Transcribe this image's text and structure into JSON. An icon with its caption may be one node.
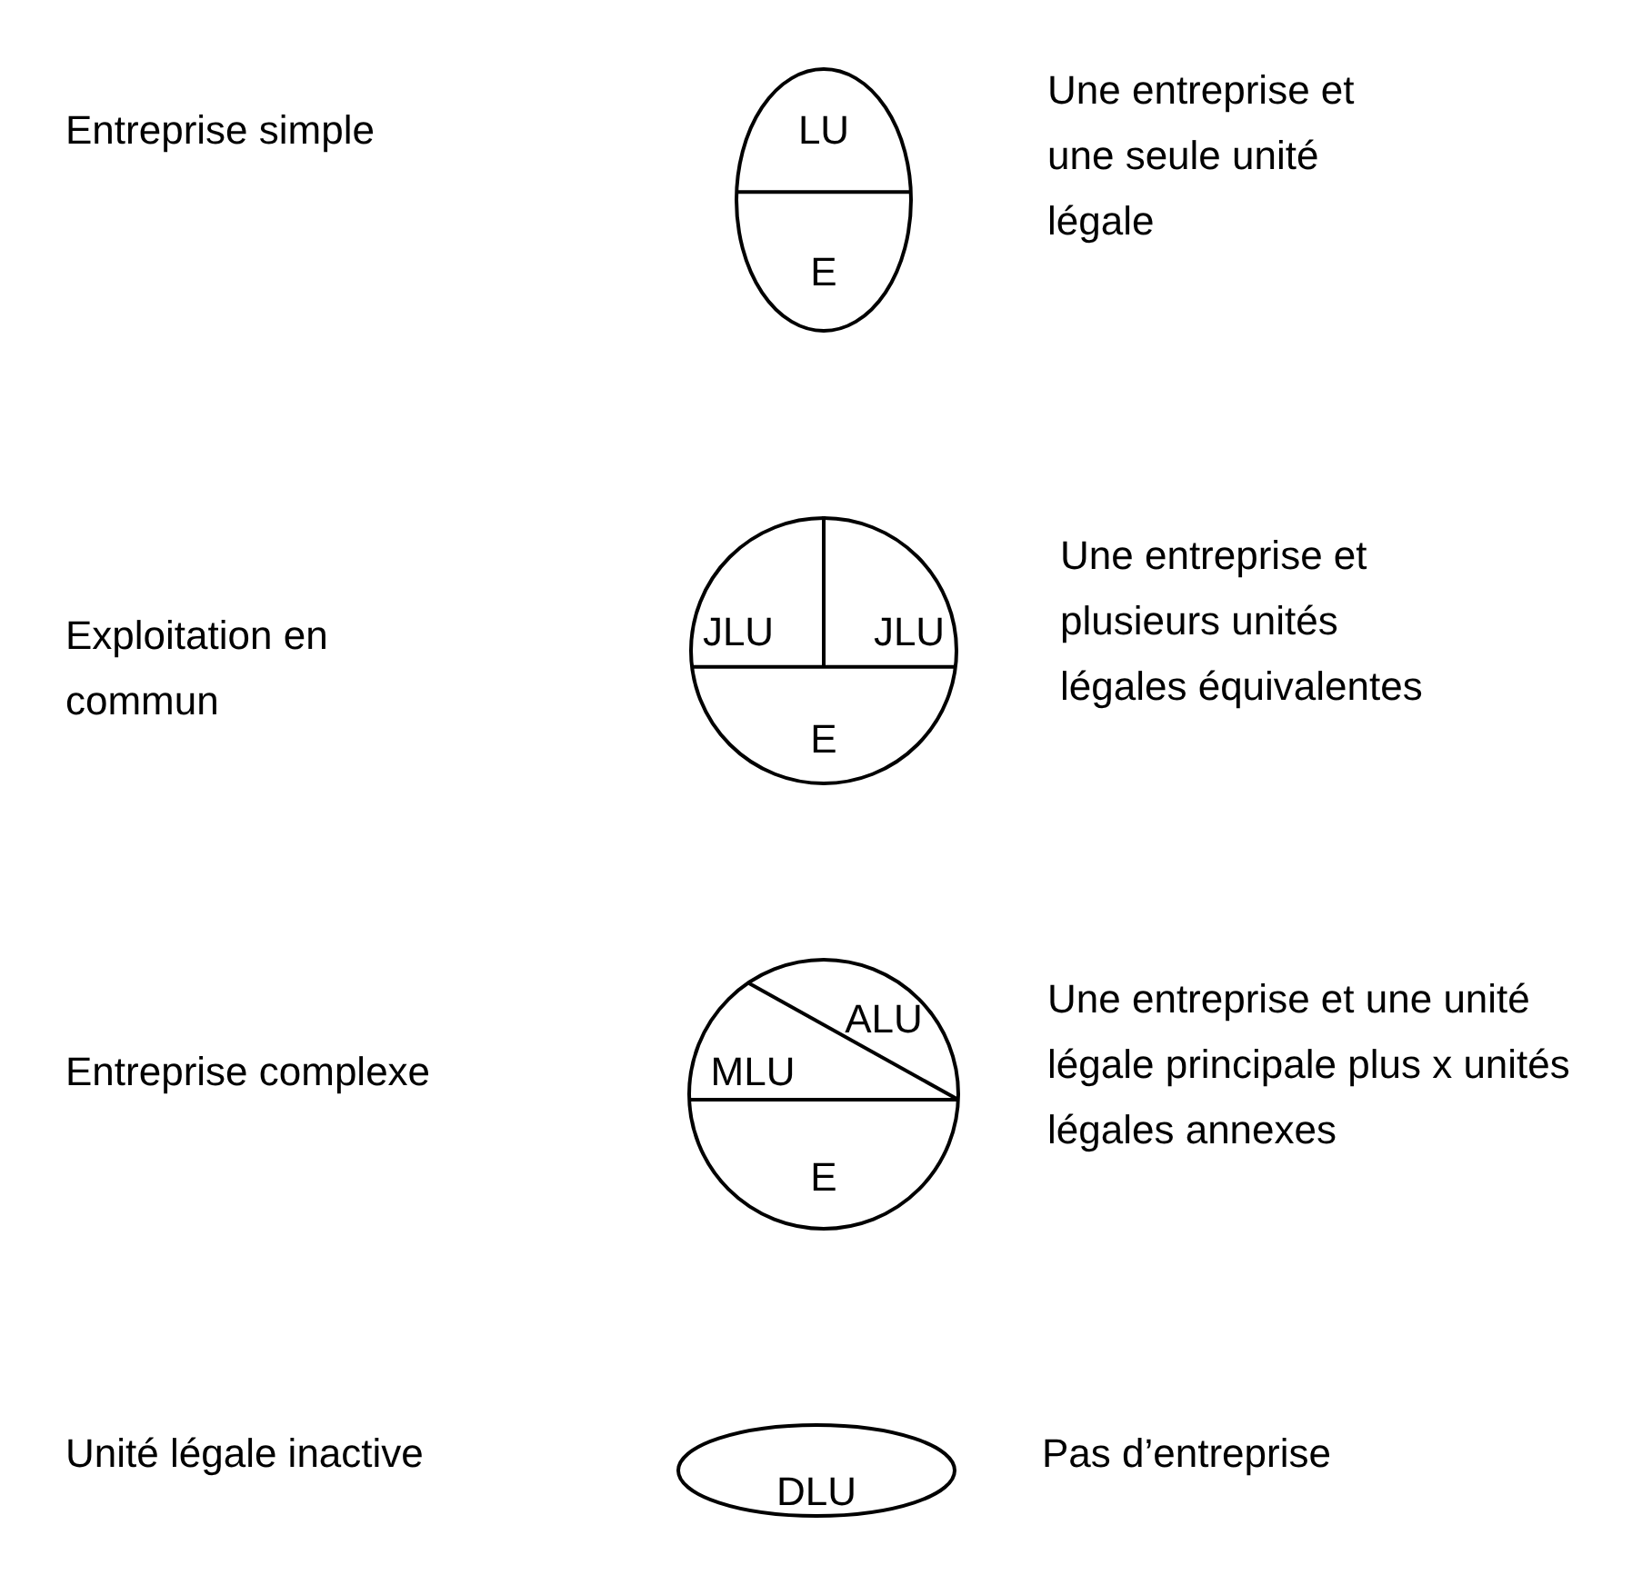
{
  "diagram": {
    "nodes": [
      {
        "text": [
          "LU",
          "E"
        ],
        "beside": [
          "Une entreprise et une seule unité légale"
        ]
      },
      {
        "text": [
          "JLU",
          "JLU",
          "E"
        ],
        "beside": [
          "Une entreprise et plusieurs unités légales équivalentes"
        ]
      },
      {
        "text": [
          "ALU",
          "MLU",
          "E"
        ],
        "beside": [
          "Une entreprise et une unité légale principale plus x unités légales annexes"
        ]
      },
      {
        "text": [
          "DLU"
        ],
        "beside": [
          "Pas d’entreprise"
        ]
      }
    ],
    "labels": [
      "Entreprise simple",
      "Exploitation en commun",
      "Entreprise complexe",
      "Unité légale inactive"
    ]
  }
}
